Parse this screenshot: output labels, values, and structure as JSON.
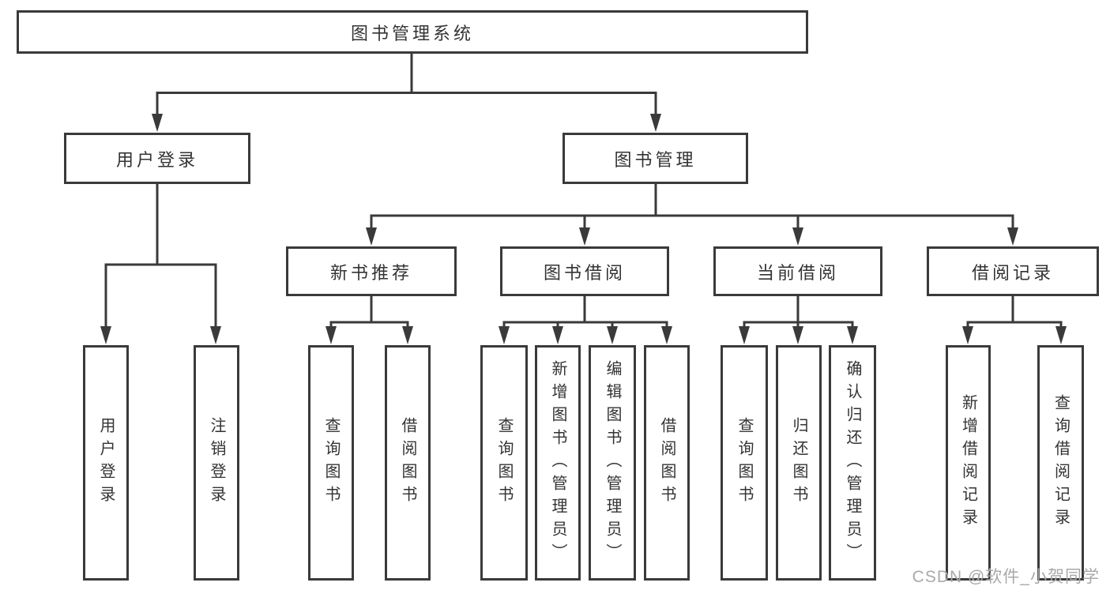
{
  "diagram_type": "hierarchy-flowchart",
  "colors": {
    "line": "#3a3a3a",
    "box_border": "#3a3a3a",
    "box_fill": "#ffffff",
    "text": "#333333",
    "watermark": "#a9a9a9",
    "background": "#ffffff"
  },
  "tree": {
    "label": "图书管理系统",
    "children": [
      {
        "label": "用户登录",
        "children": [
          {
            "label": "用户登录"
          },
          {
            "label": "注销登录"
          }
        ]
      },
      {
        "label": "图书管理",
        "children": [
          {
            "label": "新书推荐",
            "children": [
              {
                "label": "查询图书"
              },
              {
                "label": "借阅图书"
              }
            ]
          },
          {
            "label": "图书借阅",
            "children": [
              {
                "label": "查询图书"
              },
              {
                "label": "新增图书（管理员）"
              },
              {
                "label": "编辑图书（管理员）"
              },
              {
                "label": "借阅图书"
              }
            ]
          },
          {
            "label": "当前借阅",
            "children": [
              {
                "label": "查询图书"
              },
              {
                "label": "归还图书"
              },
              {
                "label": "确认归还（管理员）"
              }
            ]
          },
          {
            "label": "借阅记录",
            "children": [
              {
                "label": "新增借阅记录"
              },
              {
                "label": "查询借阅记录"
              }
            ]
          }
        ]
      }
    ]
  },
  "watermark": {
    "text": "CSDN @软件_小贺同学"
  }
}
